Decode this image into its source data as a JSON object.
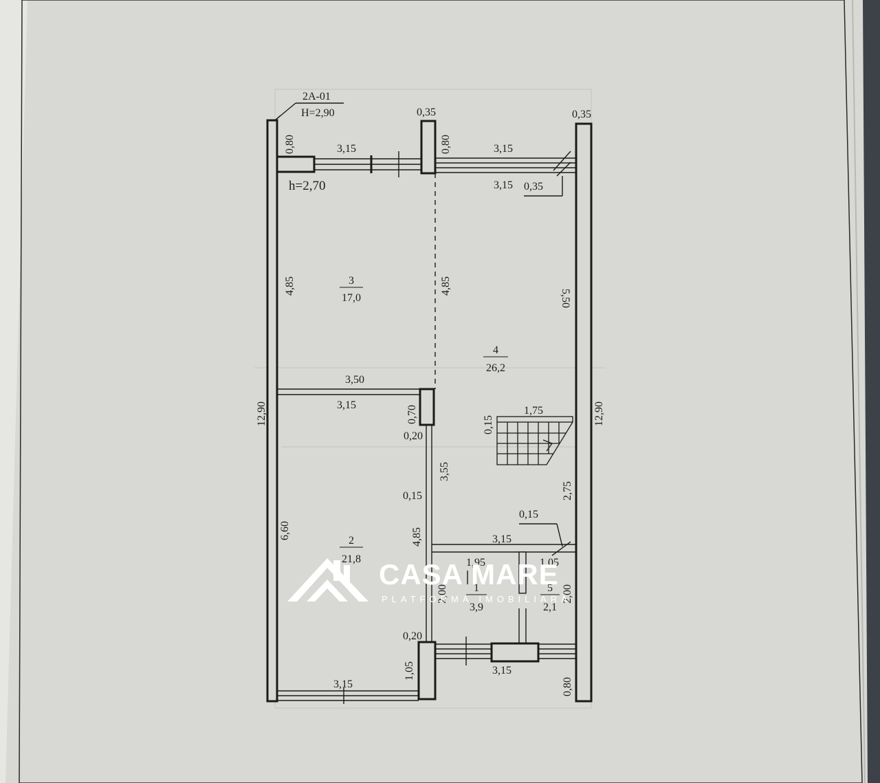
{
  "header": {
    "code": "2A-01",
    "height_total": "H=2,90",
    "height_clear": "h=2,70"
  },
  "dimensions": {
    "top_left_gap": "0,80",
    "top_wall_left": "3,15",
    "col_top_thick": "0,35",
    "col_top_height": "0,80",
    "top_wall_right": "3,15",
    "right_wall_thick": "0,35",
    "top_right_inner": "3,15",
    "top_right_thick": "0,35",
    "left_room_height": "4,85",
    "mid_dashed_height": "4,85",
    "right_upper_height": "5,50",
    "partition_outer": "3,50",
    "partition_inner": "3,15",
    "partition_col": "0,70",
    "partition_wall": "0,20",
    "total_left": "12,90",
    "total_right": "12,90",
    "stair_width": "1,75",
    "stair_step": "0,15",
    "lower_mid_height": "3,55",
    "right_lower_height": "2,75",
    "wall_015": "0,15",
    "wall_015_b": "0,15",
    "bath_outer": "3,15",
    "bath_left": "1,95",
    "bath_right": "1,05",
    "left_lower_height": "6,60",
    "lower_mid_4_85": "4,85",
    "bath_height_l": "2,00",
    "bath_height_r": "2,00",
    "bottom_wall_020": "0,20",
    "bottom_col_height": "1,05",
    "bottom_wall_left": "3,15",
    "bottom_wall_right": "3,15",
    "bottom_right_080": "0,80"
  },
  "rooms": [
    {
      "number": "3",
      "area": "17,0"
    },
    {
      "number": "4",
      "area": "26,2"
    },
    {
      "number": "2",
      "area": "21,8"
    },
    {
      "number": "1",
      "area": "3,9"
    },
    {
      "number": "5",
      "area": "2,1"
    }
  ],
  "watermark": {
    "title": "CASA MARE",
    "subtitle": "PLATFORMA IMOBILIARĂ"
  },
  "colors": {
    "paper": "#d7d8d4",
    "ink": "#1a1a1a",
    "background": "#3d4148"
  }
}
